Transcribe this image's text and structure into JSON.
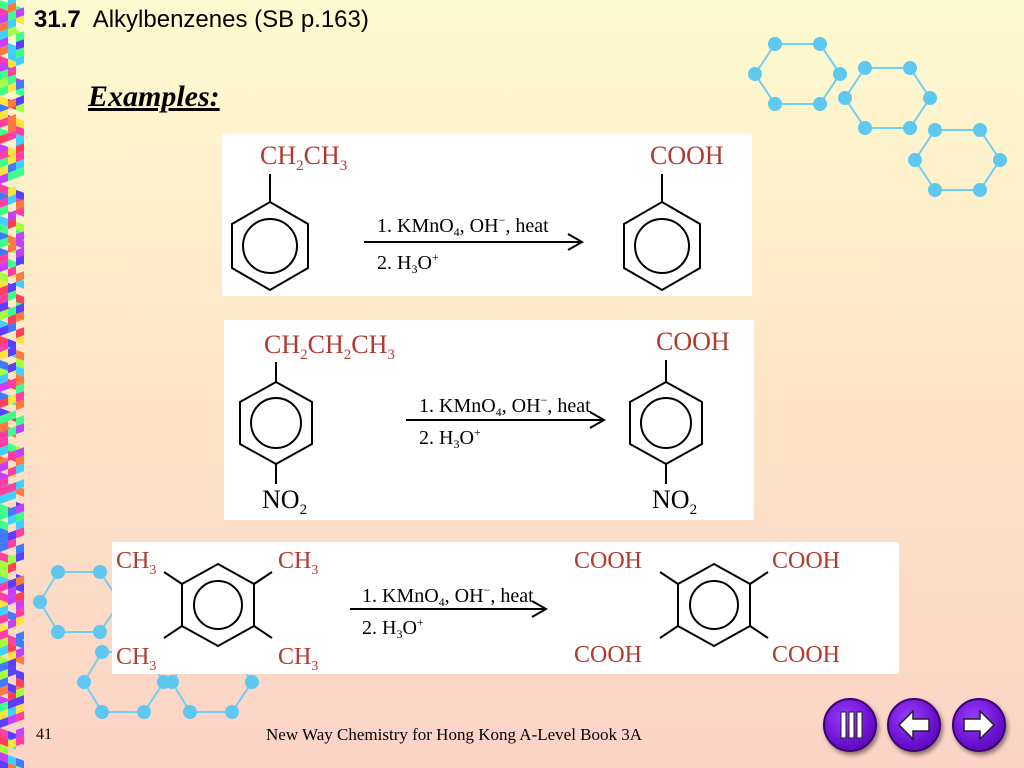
{
  "slide": {
    "section_number": "31.7",
    "section_title": "Alkylbenzenes (SB p.163)",
    "examples_heading": "Examples:",
    "page_number": "41",
    "source": "New Way Chemistry for Hong Kong A-Level Book 3A"
  },
  "reactions": [
    {
      "reactant_group": "CH2CH3",
      "product_group": "COOH",
      "step1": "1. KMnO4, OH−, heat",
      "step2": "2. H3O+"
    },
    {
      "reactant_group": "CH2CH2CH3",
      "reactant_para": "NO2",
      "product_group": "COOH",
      "product_para": "NO2",
      "step1": "1. KMnO4, OH−, heat",
      "step2": "2. H3O+"
    },
    {
      "reactant_groups": [
        "CH3",
        "CH3",
        "CH3",
        "CH3"
      ],
      "product_groups": [
        "COOH",
        "COOH",
        "COOH",
        "COOH"
      ],
      "step1": "1. KMnO4, OH−, heat",
      "step2": "2. H3O+"
    }
  ],
  "colors": {
    "substituent": "#b03a2e",
    "hexagon_deco": "#5ec8f0",
    "nav_button": "#7a18e0"
  },
  "navigation": {
    "icons": [
      "menu-icon",
      "back-arrow-icon",
      "forward-arrow-icon"
    ]
  }
}
